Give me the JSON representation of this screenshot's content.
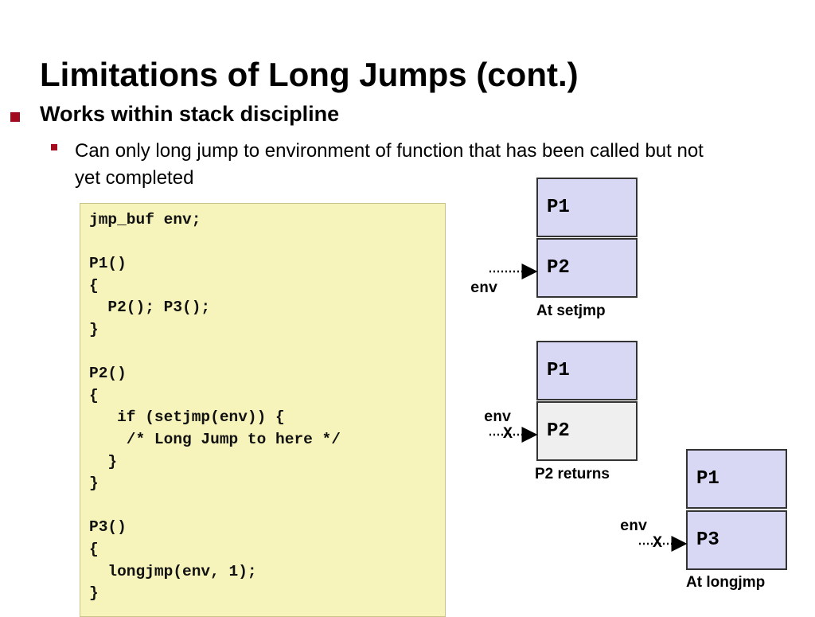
{
  "title": "Limitations of Long Jumps (cont.)",
  "bullet1": "Works within stack discipline",
  "bullet2": "Can only long jump to environment of function that has been called but not yet completed",
  "code_lines": [
    "jmp_buf env;",
    "",
    "P1()",
    "{",
    "  P2(); P3();",
    "}",
    "",
    "P2()",
    "{",
    "   if (setjmp(env)) {",
    "    /* Long Jump to here */",
    "  }",
    "}",
    "",
    "P3()",
    "{",
    "  longjmp(env, 1);",
    "}"
  ],
  "diagrams": {
    "setjmp": {
      "top_frame": "P1",
      "bottom_frame": "P2",
      "env_label": "env",
      "caption": "At setjmp",
      "marker": ""
    },
    "p2_returns": {
      "top_frame": "P1",
      "bottom_frame": "P2",
      "env_label": "env",
      "caption": "P2 returns",
      "marker": "X"
    },
    "longjmp": {
      "top_frame": "P1",
      "bottom_frame": "P3",
      "env_label": "env",
      "caption": "At longjmp",
      "marker": "X"
    }
  },
  "colors": {
    "bullet": "#a10a1f",
    "code_bg": "#f6f3bb",
    "frame_live": "#d8d8f4",
    "frame_returned": "#efefef"
  }
}
